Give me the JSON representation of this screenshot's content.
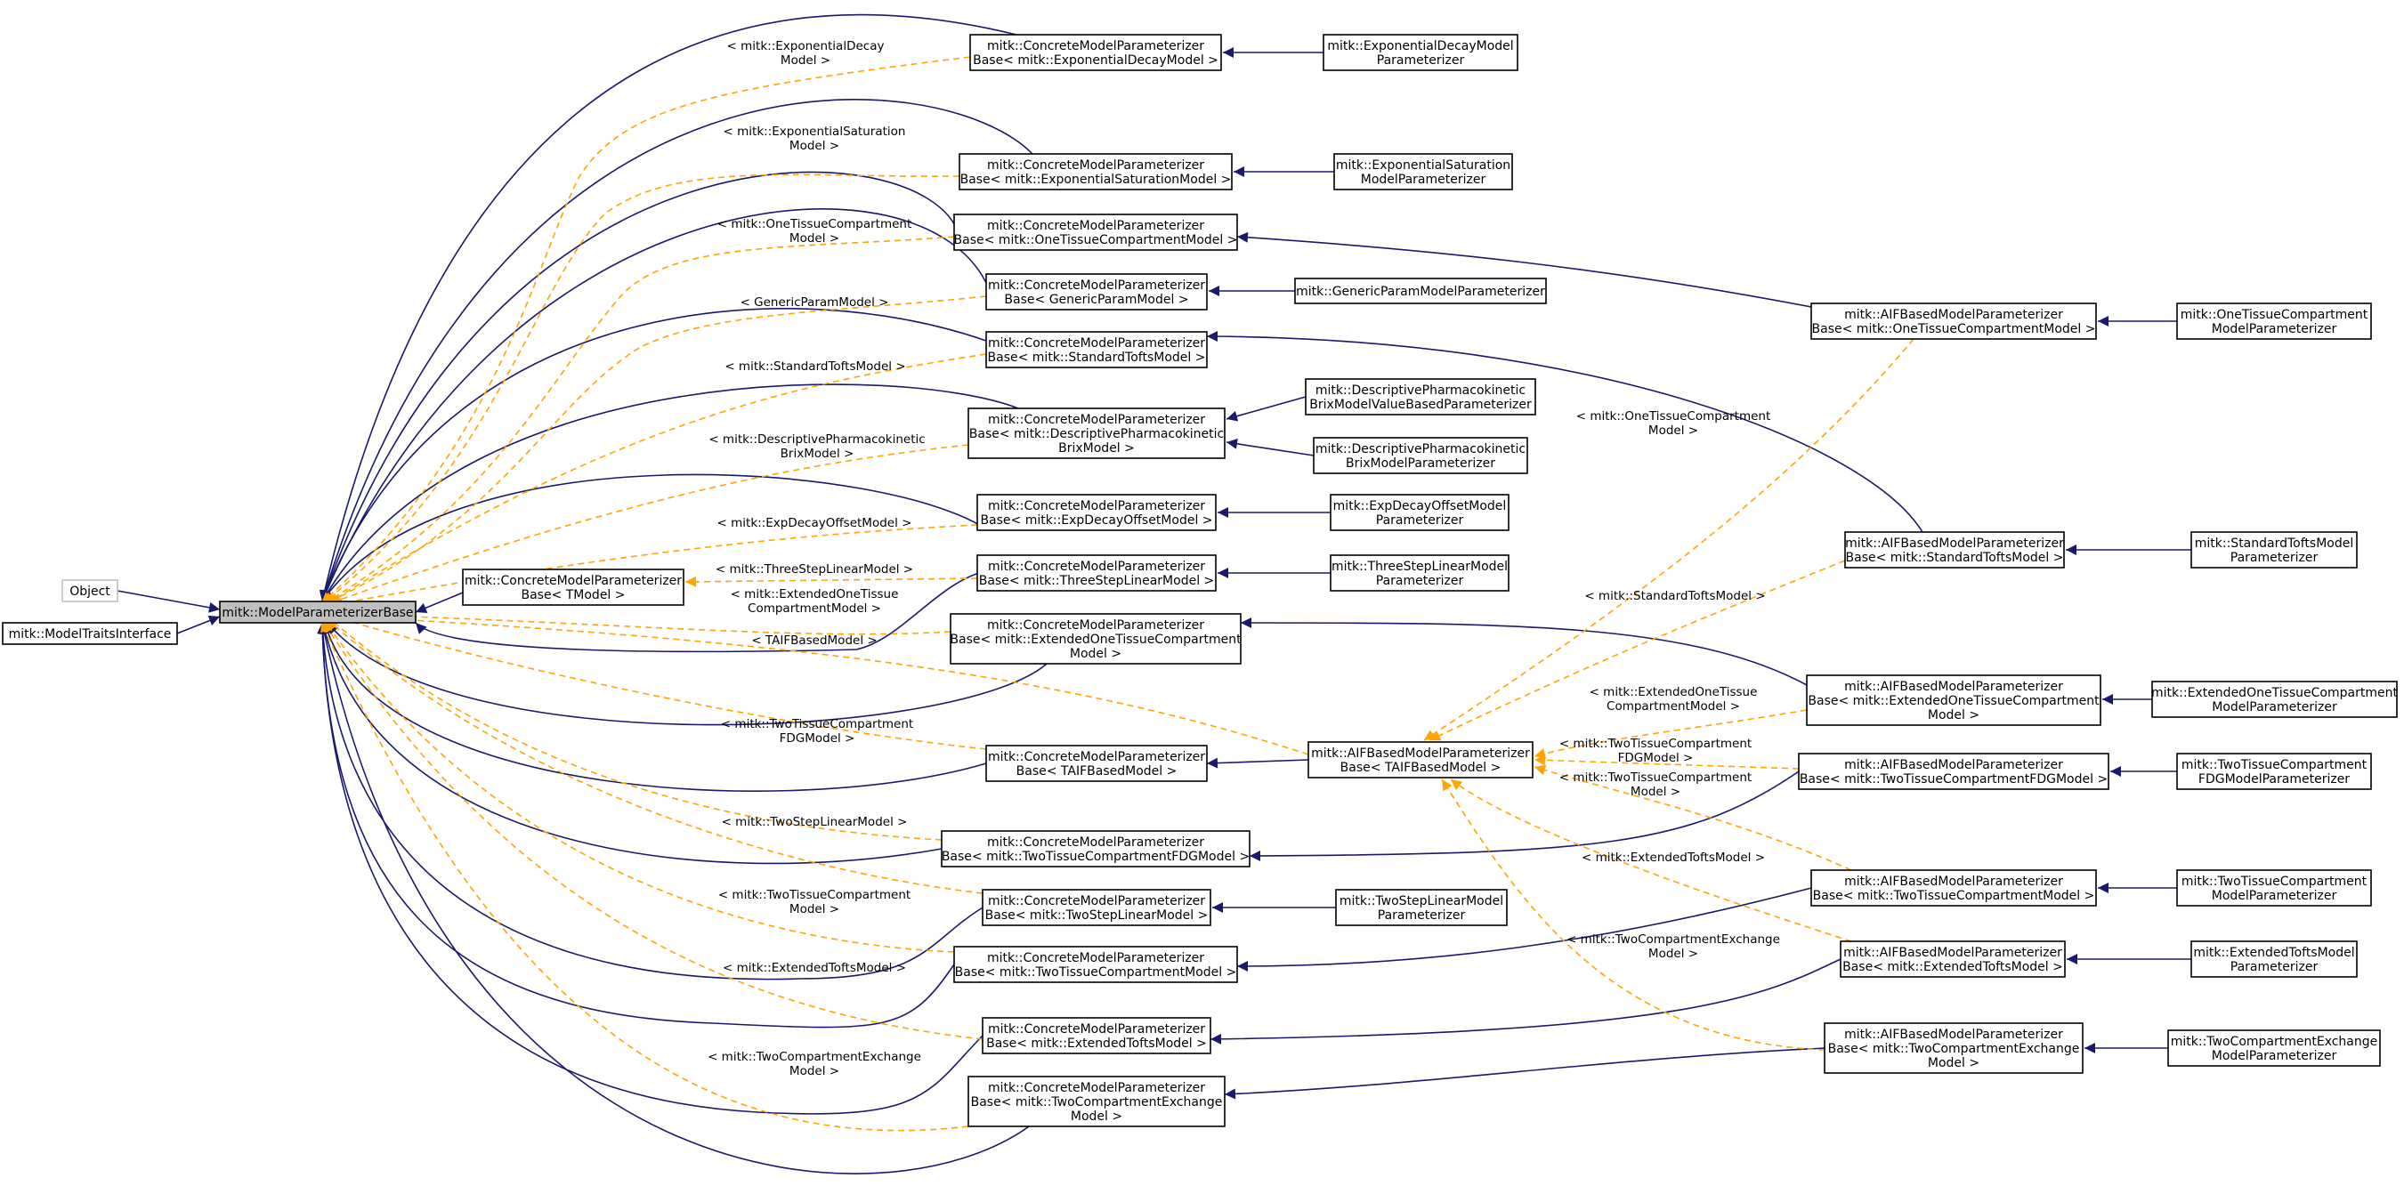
{
  "nodes": {
    "object": [
      "Object"
    ],
    "traits": [
      "mitk::ModelTraitsInterface"
    ],
    "base": [
      "mitk::ModelParameterizerBase"
    ],
    "cbt": [
      "mitk::ConcreteModelParameterizer",
      "Base< TModel >"
    ],
    "c_expdecay": [
      "mitk::ConcreteModelParameterizer",
      "Base< mitk::ExponentialDecayModel >"
    ],
    "c_expsat": [
      "mitk::ConcreteModelParameterizer",
      "Base< mitk::ExponentialSaturationModel >"
    ],
    "c_onetc": [
      "mitk::ConcreteModelParameterizer",
      "Base< mitk::OneTissueCompartmentModel >"
    ],
    "c_generic": [
      "mitk::ConcreteModelParameterizer",
      "Base< GenericParamModel >"
    ],
    "c_stdtofts": [
      "mitk::ConcreteModelParameterizer",
      "Base< mitk::StandardToftsModel >"
    ],
    "c_brix": [
      "mitk::ConcreteModelParameterizer",
      "Base< mitk::DescriptivePharmacokinetic",
      "BrixModel >"
    ],
    "c_expoff": [
      "mitk::ConcreteModelParameterizer",
      "Base< mitk::ExpDecayOffsetModel >"
    ],
    "c_threestep": [
      "mitk::ConcreteModelParameterizer",
      "Base< mitk::ThreeStepLinearModel >"
    ],
    "c_extonetc": [
      "mitk::ConcreteModelParameterizer",
      "Base< mitk::ExtendedOneTissueCompartment",
      "Model >"
    ],
    "c_taif": [
      "mitk::ConcreteModelParameterizer",
      "Base< TAIFBasedModel >"
    ],
    "c_twotcfdg": [
      "mitk::ConcreteModelParameterizer",
      "Base< mitk::TwoTissueCompartmentFDGModel >"
    ],
    "c_twostep": [
      "mitk::ConcreteModelParameterizer",
      "Base< mitk::TwoStepLinearModel >"
    ],
    "c_twotc": [
      "mitk::ConcreteModelParameterizer",
      "Base< mitk::TwoTissueCompartmentModel >"
    ],
    "c_exttofts": [
      "mitk::ConcreteModelParameterizer",
      "Base< mitk::ExtendedToftsModel >"
    ],
    "c_twocx": [
      "mitk::ConcreteModelParameterizer",
      "Base< mitk::TwoCompartmentExchange",
      "Model >"
    ],
    "aif_t": [
      "mitk::AIFBasedModelParameterizer",
      "Base< TAIFBasedModel >"
    ],
    "a_onetc": [
      "mitk::AIFBasedModelParameterizer",
      "Base< mitk::OneTissueCompartmentModel >"
    ],
    "a_stdtofts": [
      "mitk::AIFBasedModelParameterizer",
      "Base< mitk::StandardToftsModel >"
    ],
    "a_extonetc": [
      "mitk::AIFBasedModelParameterizer",
      "Base< mitk::ExtendedOneTissueCompartment",
      "Model >"
    ],
    "a_twotcfdg": [
      "mitk::AIFBasedModelParameterizer",
      "Base< mitk::TwoTissueCompartmentFDGModel >"
    ],
    "a_twotc": [
      "mitk::AIFBasedModelParameterizer",
      "Base< mitk::TwoTissueCompartmentModel >"
    ],
    "a_exttofts": [
      "mitk::AIFBasedModelParameterizer",
      "Base< mitk::ExtendedToftsModel >"
    ],
    "a_twocx": [
      "mitk::AIFBasedModelParameterizer",
      "Base< mitk::TwoCompartmentExchange",
      "Model >"
    ],
    "l_expdecay": [
      "mitk::ExponentialDecayModel",
      "Parameterizer"
    ],
    "l_expsat": [
      "mitk::ExponentialSaturation",
      "ModelParameterizer"
    ],
    "l_generic": [
      "mitk::GenericParamModelParameterizer"
    ],
    "l_brixvb": [
      "mitk::DescriptivePharmacokinetic",
      "BrixModelValueBasedParameterizer"
    ],
    "l_brix": [
      "mitk::DescriptivePharmacokinetic",
      "BrixModelParameterizer"
    ],
    "l_expoff": [
      "mitk::ExpDecayOffsetModel",
      "Parameterizer"
    ],
    "l_threestep": [
      "mitk::ThreeStepLinearModel",
      "Parameterizer"
    ],
    "l_twostep": [
      "mitk::TwoStepLinearModel",
      "Parameterizer"
    ],
    "l_onetc": [
      "mitk::OneTissueCompartment",
      "ModelParameterizer"
    ],
    "l_stdtofts": [
      "mitk::StandardToftsModel",
      "Parameterizer"
    ],
    "l_extonetc": [
      "mitk::ExtendedOneTissueCompartment",
      "ModelParameterizer"
    ],
    "l_twotcfdg": [
      "mitk::TwoTissueCompartment",
      "FDGModelParameterizer"
    ],
    "l_twotc": [
      "mitk::TwoTissueCompartment",
      "ModelParameterizer"
    ],
    "l_exttofts": [
      "mitk::ExtendedToftsModel",
      "Parameterizer"
    ],
    "l_twocx": [
      "mitk::TwoCompartmentExchange",
      "ModelParameterizer"
    ]
  },
  "edge_labels": {
    "e_expdecay": [
      "< mitk::ExponentialDecay",
      "Model >"
    ],
    "e_expsat": [
      "< mitk::ExponentialSaturation",
      "Model >"
    ],
    "e_onetc": [
      "< mitk::OneTissueCompartment",
      "Model >"
    ],
    "e_generic": [
      "< GenericParamModel >"
    ],
    "e_stdtofts": [
      "< mitk::StandardToftsModel >"
    ],
    "e_brix": [
      "< mitk::DescriptivePharmacokinetic",
      "BrixModel >"
    ],
    "e_expoff": [
      "< mitk::ExpDecayOffsetModel >"
    ],
    "e_threestep": [
      "< mitk::ThreeStepLinearModel >"
    ],
    "e_extonetc": [
      "< mitk::ExtendedOneTissue",
      "CompartmentModel >"
    ],
    "e_taif": [
      "< TAIFBasedModel >"
    ],
    "e_twotcfdg": [
      "< mitk::TwoTissueCompartment",
      "FDGModel >"
    ],
    "e_twostep": [
      "< mitk::TwoStepLinearModel >"
    ],
    "e_twotc": [
      "< mitk::TwoTissueCompartment",
      "Model >"
    ],
    "e_exttofts": [
      "< mitk::ExtendedToftsModel >"
    ],
    "e_twocx": [
      "< mitk::TwoCompartmentExchange",
      "Model >"
    ],
    "ea_onetc": [
      "< mitk::OneTissueCompartment",
      "Model >"
    ],
    "ea_stdtofts": [
      "< mitk::StandardToftsModel >"
    ],
    "ea_extonetc": [
      "< mitk::ExtendedOneTissue",
      "CompartmentModel >"
    ],
    "ea_twotcfdg": [
      "< mitk::TwoTissueCompartment",
      "FDGModel >"
    ],
    "ea_twotc": [
      "< mitk::TwoTissueCompartment",
      "Model >"
    ],
    "ea_exttofts": [
      "< mitk::ExtendedToftsModel >"
    ],
    "ea_twocx": [
      "< mitk::TwoCompartmentExchange",
      "Model >"
    ]
  },
  "colors": {
    "inheritance": "#191970",
    "template_instantiation": "#ffa500",
    "highlighted_node": "#bfbfbf",
    "external_node_border": "#bfbfbf"
  }
}
